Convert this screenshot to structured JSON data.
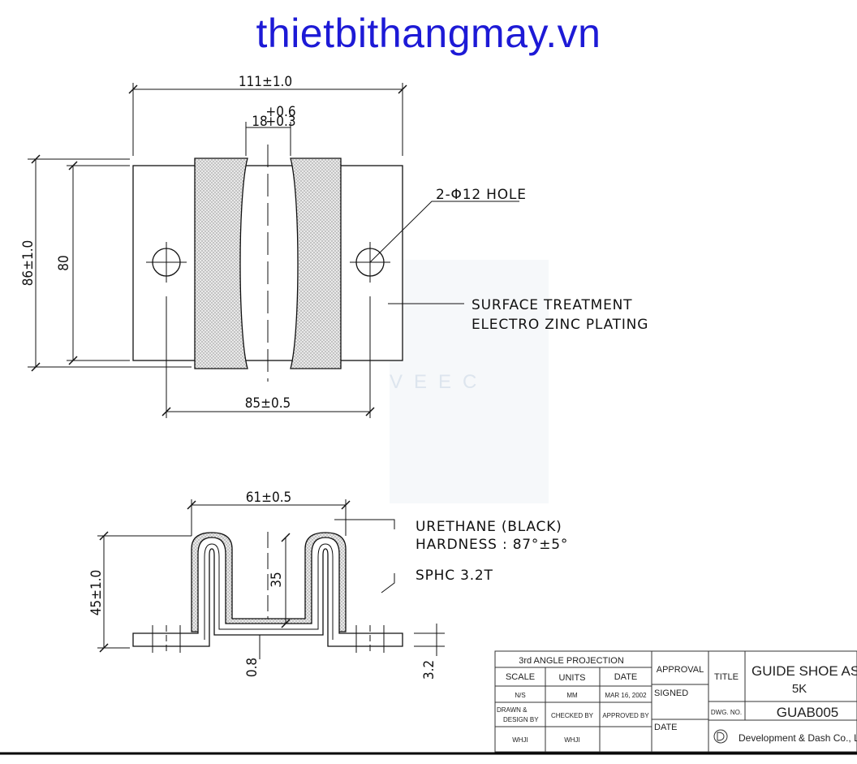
{
  "header": {
    "site_title": "thietbithangmay.vn"
  },
  "watermark": "VEEC",
  "top_view": {
    "dim_overall_width": "111±1.0",
    "dim_slot_nominal": "18",
    "dim_slot_tol_upper": "+0.6",
    "dim_slot_tol_lower": "+0.3",
    "dim_overall_height": "86±1.0",
    "dim_inner_height": "80",
    "dim_hole_spacing": "85±0.5",
    "hole_callout": "2-Φ12 HOLE",
    "surface_treatment_line1": "SURFACE TREATMENT",
    "surface_treatment_line2": "ELECTRO ZINC PLATING"
  },
  "front_view": {
    "dim_width": "61±0.5",
    "dim_height": "45±1.0",
    "dim_inner": "35",
    "dim_gap": "0.8",
    "dim_thickness": "3.2",
    "urethane_line1": "URETHANE (BLACK)",
    "urethane_line2": "HARDNESS : 87°±5°",
    "plate_label": "SPHC 3.2T"
  },
  "title_block": {
    "projection": "3rd ANGLE PROJECTION",
    "approval": "APPROVAL",
    "scale_label": "SCALE",
    "units_label": "UNITS",
    "date_label": "DATE",
    "scale_value": "N/S",
    "units_value": "MM",
    "date_value": "MAR 16, 2002",
    "signed_label": "SIGNED",
    "drawn_label_line1": "DRAWN &",
    "drawn_label_line2": "DESIGN BY",
    "checked_label": "CHECKED BY",
    "approved_label": "APPROVED BY",
    "date2_label": "DATE",
    "drawn_value": "WHJI",
    "checked_value": "WHJI",
    "title_label": "TITLE",
    "title_line1": "GUIDE SHOE ASS'Y",
    "title_line2": "5K",
    "dwg_no_label": "DWG. NO.",
    "dwg_no_value": "GUAB005",
    "company": "Development & Dash Co., LTD."
  }
}
